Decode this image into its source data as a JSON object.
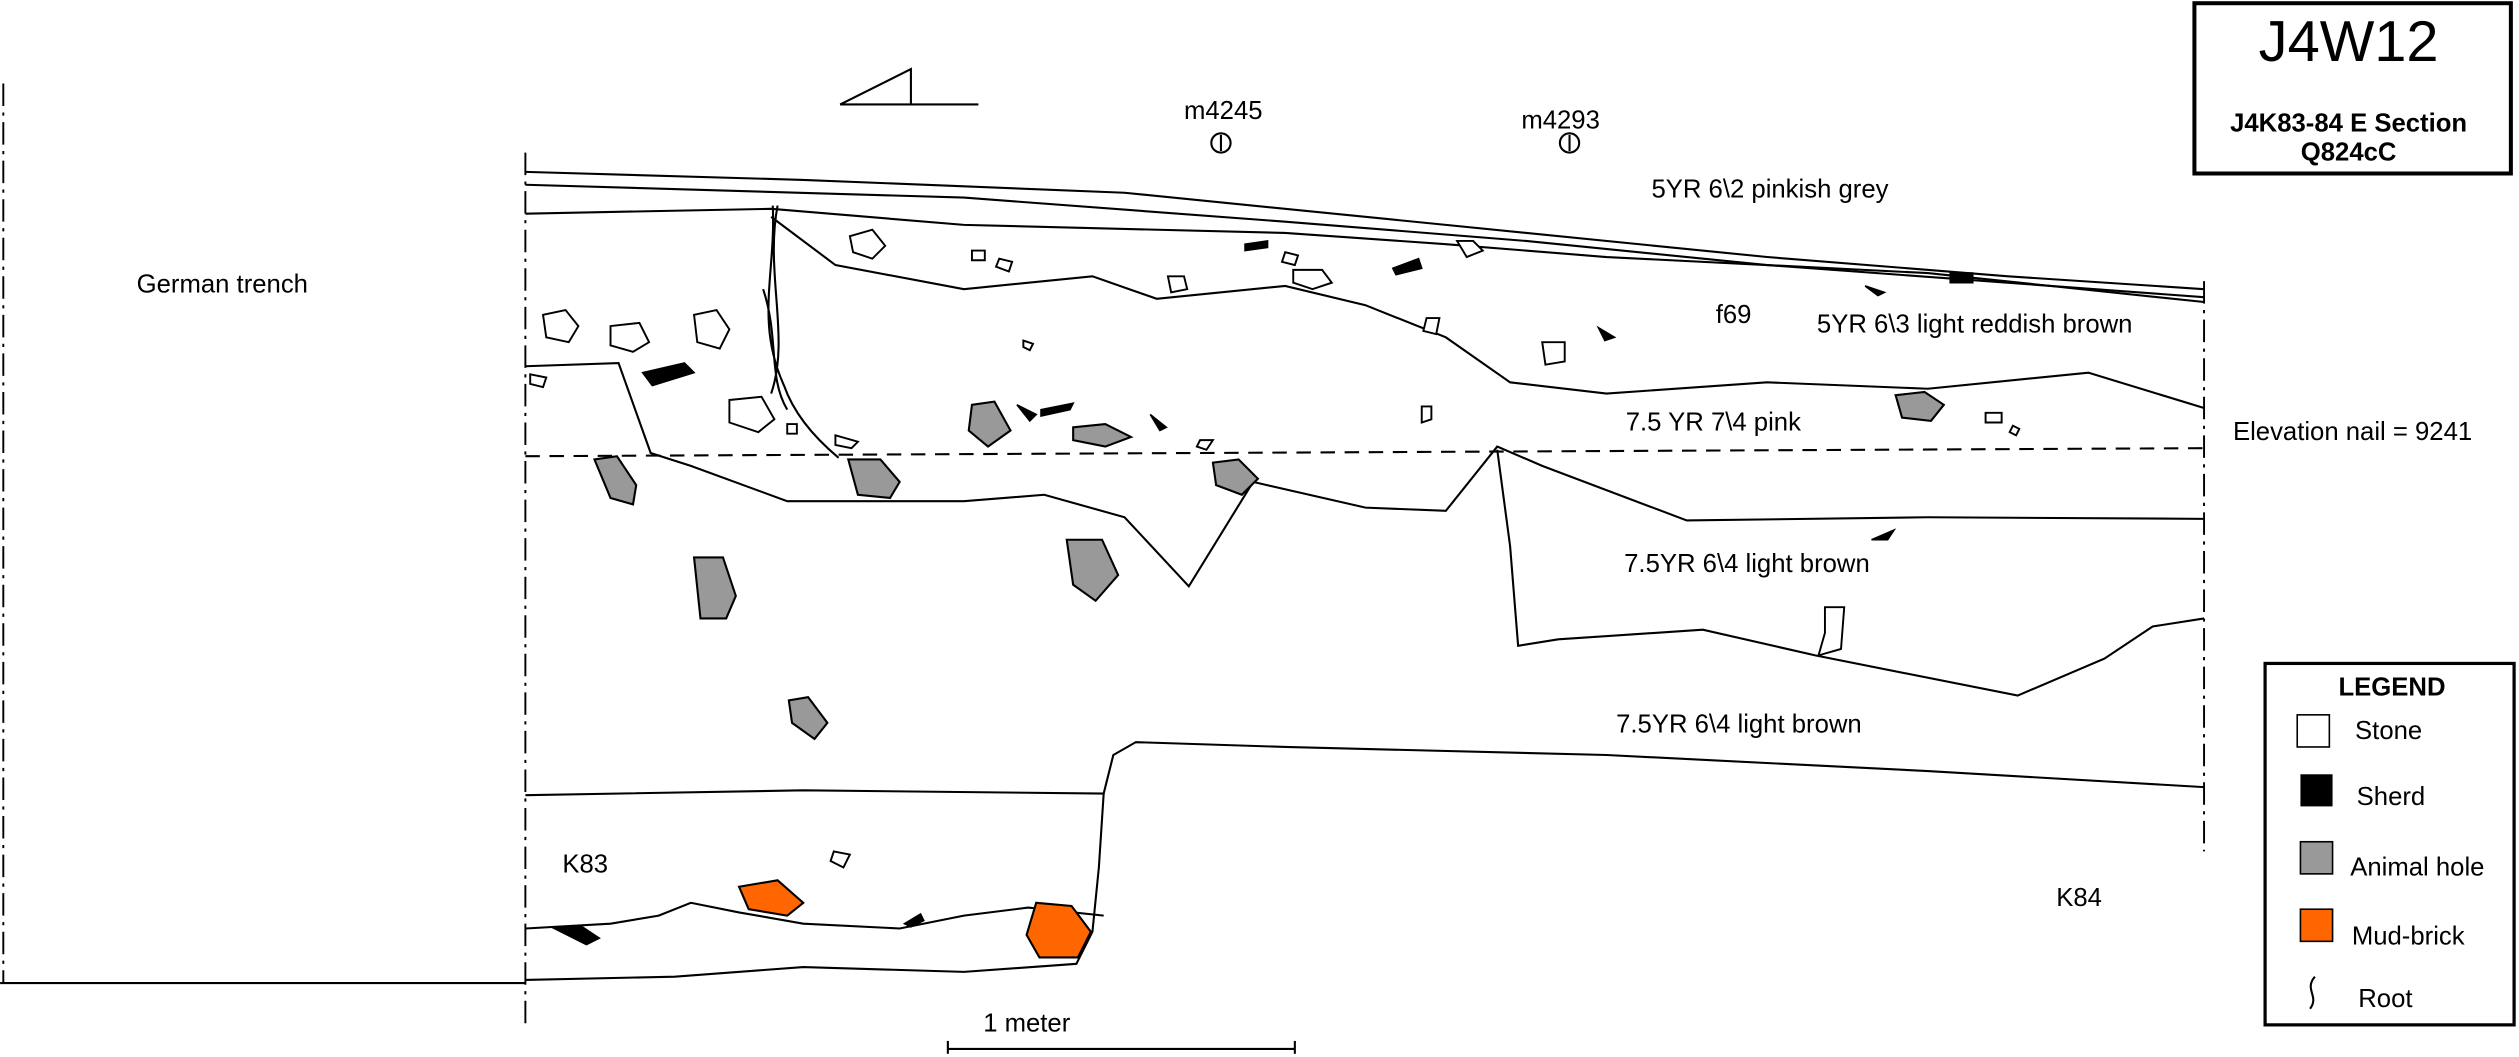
{
  "title_block": {
    "code": "J4W12",
    "section": "J4K83-84 E Section",
    "locus": "Q824cC"
  },
  "markers": [
    {
      "label": "m4245",
      "icon": "section-marker-icon"
    },
    {
      "label": "m4293",
      "icon": "section-marker-icon"
    }
  ],
  "labels": {
    "german_trench": "German trench",
    "layer1": "5YR 6\\2 pinkish grey",
    "f69": "f69",
    "layer2": "5YR 6\\3 light reddish brown",
    "layer3": "7.5 YR 7\\4 pink",
    "elevation": "Elevation nail = 9241",
    "layer4": "7.5YR 6\\4 light brown",
    "layer5": "7.5YR  6\\4 light brown",
    "k83": "K83",
    "k84": "K84",
    "scale": "1 meter"
  },
  "legend": {
    "title": "LEGEND",
    "items": [
      {
        "label": "Stone",
        "color": "#ffffff"
      },
      {
        "label": "Sherd",
        "color": "#000000"
      },
      {
        "label": "Animal hole",
        "color": "#999999"
      },
      {
        "label": "Mud-brick",
        "color": "#ff6600"
      },
      {
        "label": "Root",
        "icon": "root-icon"
      }
    ]
  }
}
